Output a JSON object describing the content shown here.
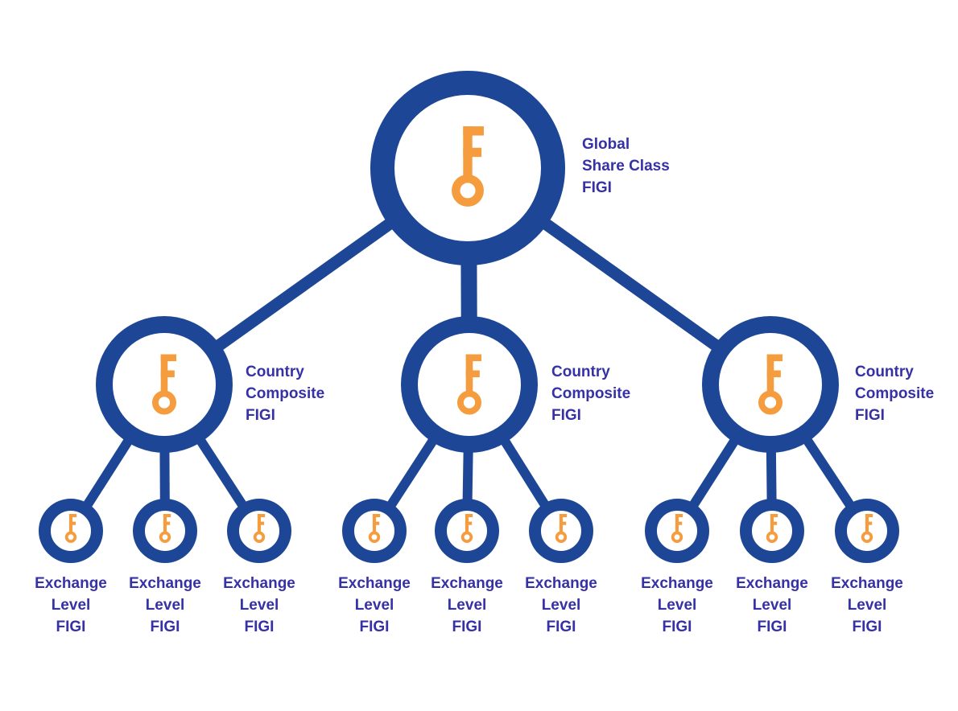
{
  "colors": {
    "ring_blue": "#1d4796",
    "key_orange": "#f49c3e",
    "label_blue": "#3631a5",
    "background": "#ffffff"
  },
  "icons": {
    "node_icon": "figi-key-icon"
  },
  "nodes": {
    "root": {
      "lines": [
        "Global",
        "Share Class",
        "FIGI"
      ]
    },
    "country": [
      {
        "lines": [
          "Country",
          "Composite",
          "FIGI"
        ]
      },
      {
        "lines": [
          "Country",
          "Composite",
          "FIGI"
        ]
      },
      {
        "lines": [
          "Country",
          "Composite",
          "FIGI"
        ]
      }
    ],
    "exchange": [
      {
        "lines": [
          "Exchange",
          "Level",
          "FIGI"
        ]
      },
      {
        "lines": [
          "Exchange",
          "Level",
          "FIGI"
        ]
      },
      {
        "lines": [
          "Exchange",
          "Level",
          "FIGI"
        ]
      },
      {
        "lines": [
          "Exchange",
          "Level",
          "FIGI"
        ]
      },
      {
        "lines": [
          "Exchange",
          "Level",
          "FIGI"
        ]
      },
      {
        "lines": [
          "Exchange",
          "Level",
          "FIGI"
        ]
      },
      {
        "lines": [
          "Exchange",
          "Level",
          "FIGI"
        ]
      },
      {
        "lines": [
          "Exchange",
          "Level",
          "FIGI"
        ]
      },
      {
        "lines": [
          "Exchange",
          "Level",
          "FIGI"
        ]
      }
    ]
  }
}
